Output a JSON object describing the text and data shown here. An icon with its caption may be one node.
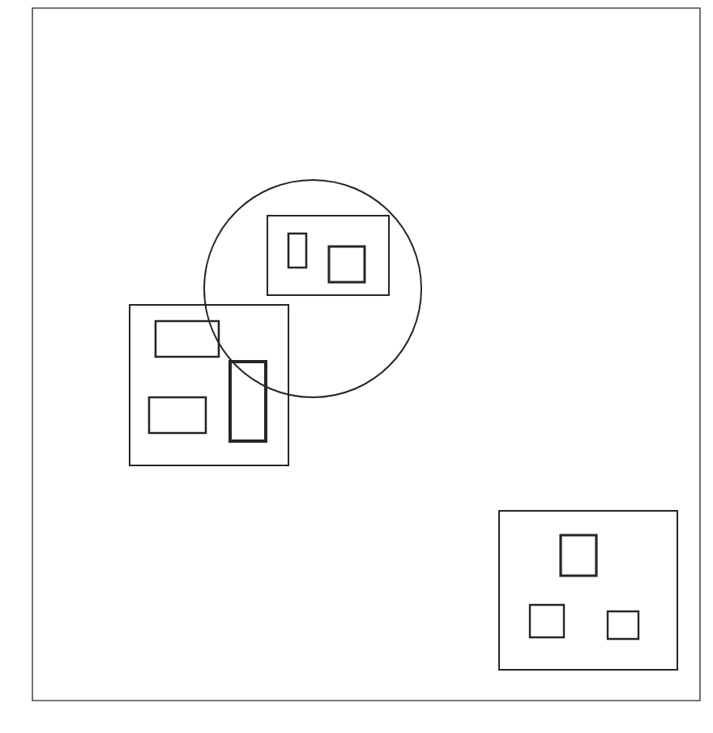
{
  "diagram": {
    "nodes": [
      {
        "text": [],
        "shape": "circle"
      },
      {
        "text": [],
        "shape": "box",
        "in": 0
      },
      {
        "text": [],
        "shape": "box",
        "in": 1
      },
      {
        "text": [],
        "shape": "box",
        "in": 1
      },
      {
        "text": [],
        "shape": "box"
      },
      {
        "text": [],
        "shape": "box",
        "in": 4
      },
      {
        "text": [],
        "shape": "box",
        "in": 4
      },
      {
        "text": [],
        "shape": "box",
        "in": 4
      },
      {
        "text": [],
        "shape": "box"
      },
      {
        "text": [],
        "shape": "box",
        "in": 8
      },
      {
        "text": [],
        "shape": "box",
        "in": 8
      },
      {
        "text": [],
        "shape": "box",
        "in": 8
      }
    ]
  }
}
